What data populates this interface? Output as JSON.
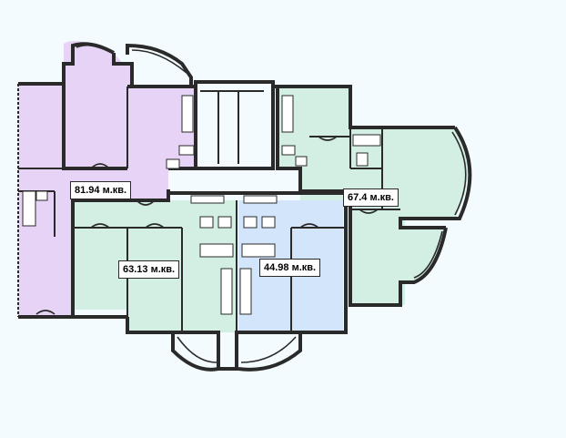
{
  "colors": {
    "background": "#f4fbfe",
    "violet": "#e6d3f5",
    "green": "#d3efe3",
    "blue": "#d3e5fb",
    "wall": "#2a2a2a"
  },
  "apartments": [
    {
      "area_label": "81.94 м.кв.",
      "color": "violet"
    },
    {
      "area_label": "67.4 м.кв.",
      "color": "green"
    },
    {
      "area_label": "63.13 м.кв.",
      "color": "green"
    },
    {
      "area_label": "44.98 м.кв.",
      "color": "blue"
    }
  ]
}
